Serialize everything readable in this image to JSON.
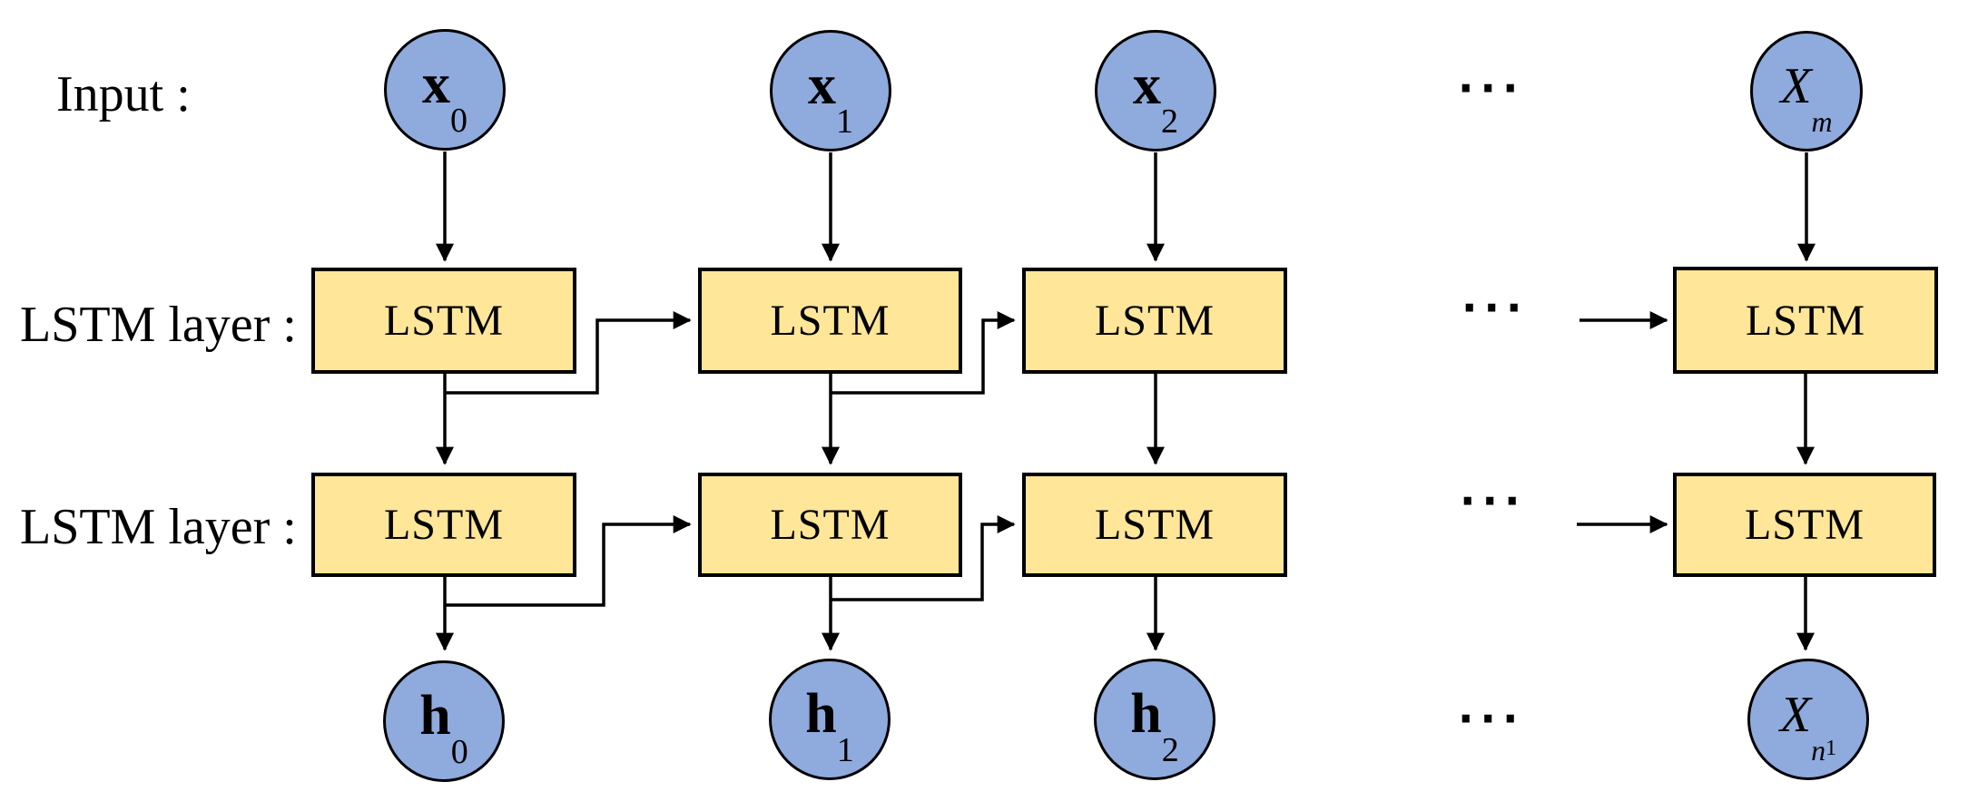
{
  "labels": {
    "input": "Input :",
    "lstm_layer_1": "LSTM layer :",
    "lstm_layer_2": "LSTM layer :"
  },
  "box_label": "LSTM",
  "ellipsis": "···",
  "nodes": {
    "inputs": [
      {
        "main": "x",
        "sub": "0"
      },
      {
        "main": "x",
        "sub": "1"
      },
      {
        "main": "x",
        "sub": "2"
      },
      {
        "main": "X",
        "sub": "m"
      }
    ],
    "outputs": [
      {
        "main": "h",
        "sub": "0"
      },
      {
        "main": "h",
        "sub": "1"
      },
      {
        "main": "h",
        "sub": "2"
      },
      {
        "main": "X",
        "sub": "n",
        "subsub": "1"
      }
    ]
  },
  "colors": {
    "node_fill": "#8FAADC",
    "box_fill": "#FFE699",
    "stroke": "#000000",
    "background": "#FFFFFF"
  }
}
